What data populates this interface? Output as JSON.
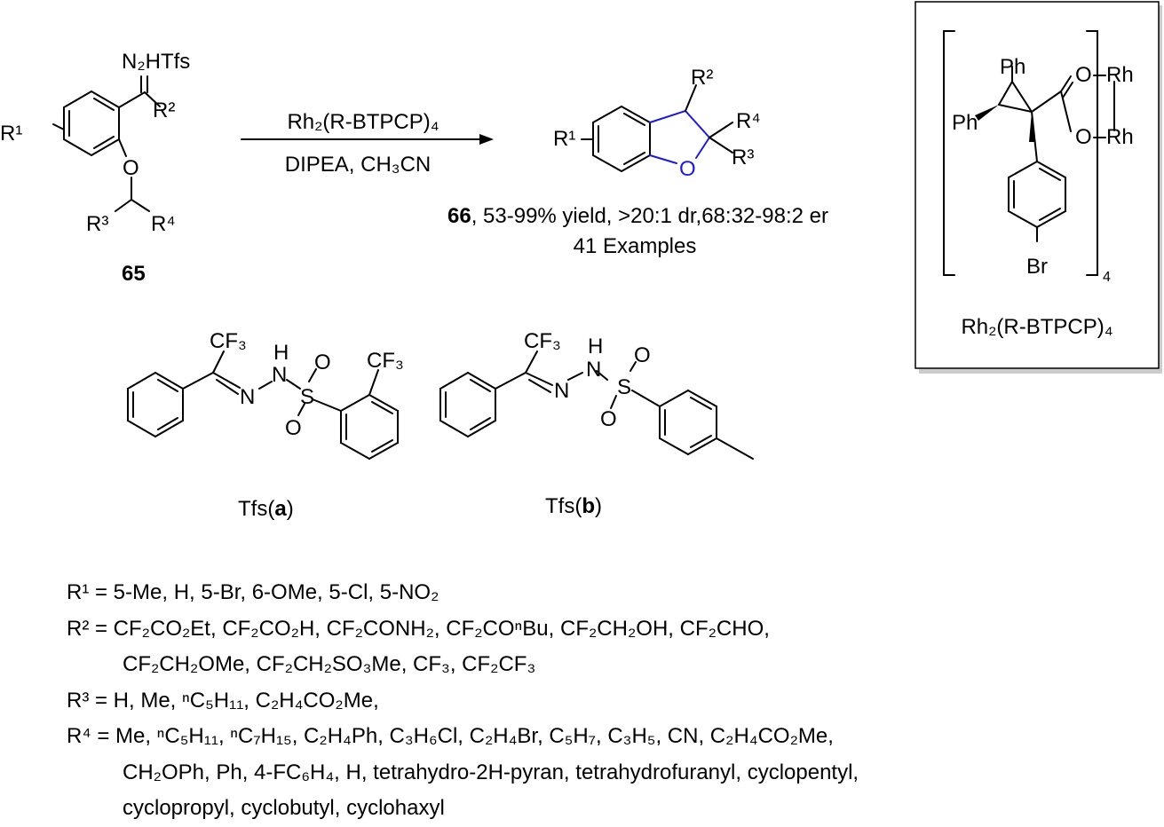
{
  "substrate": {
    "n2htfs": "N₂HTfs",
    "r1": "R¹",
    "r2": "R²",
    "o": "O",
    "r3": "R³",
    "r4": "R⁴",
    "number": "65"
  },
  "conditions": {
    "catalyst": "Rh₂(R-BTPCP)₄",
    "reagents": "DIPEA, CH₃CN"
  },
  "product": {
    "r1": "R¹",
    "r2": "R²",
    "r3": "R³",
    "r4": "R⁴",
    "o": "O",
    "number": "66",
    "yield_text": ", 53-99% yield, >20:1 dr,68:32-98:2 er",
    "examples": "41 Examples"
  },
  "catalyst_box": {
    "ph1": "Ph",
    "ph2": "Ph",
    "o1": "O",
    "o2": "O",
    "rh1": "Rh",
    "rh2": "Rh",
    "br": "Br",
    "subscript": "4",
    "name": "Rh₂(R-BTPCP)₄"
  },
  "tfs_a": {
    "cf3_top": "CF₃",
    "h": "H",
    "n1": "N",
    "n2": "N",
    "s": "S",
    "o1": "O",
    "o2": "O",
    "cf3_ring": "CF₃",
    "label": "Tfs(a)"
  },
  "tfs_b": {
    "cf3_top": "CF₃",
    "h": "H",
    "n1": "N",
    "n2": "N",
    "s": "S",
    "o1": "O",
    "o2": "O",
    "label": "Tfs(b)"
  },
  "substituents": {
    "r1_line": "R¹ = 5-Me, H, 5-Br, 6-OMe, 5-Cl, 5-NO₂",
    "r2_line1": "R² = CF₂CO₂Et, CF₂CO₂H, CF₂CONH₂, CF₂COⁿBu, CF₂CH₂OH, CF₂CHO,",
    "r2_line2": "CF₂CH₂OMe, CF₂CH₂SO₃Me, CF₃, CF₂CF₃",
    "r3_line": "R³ = H, Me, ⁿC₅H₁₁, C₂H₄CO₂Me,",
    "r4_line1": "R⁴ = Me, ⁿC₅H₁₁, ⁿC₇H₁₅, C₂H₄Ph, C₃H₆Cl, C₂H₄Br, C₅H₇, C₃H₅, CN, C₂H₄CO₂Me,",
    "r4_line2": "CH₂OPh, Ph, 4-FC₆H₄, H, tetrahydro-2H-pyran, tetrahydrofuranyl, cyclopentyl,",
    "r4_line3": "cyclopropyl, cyclobutyl, cyclohaxyl"
  },
  "colors": {
    "ring_highlight": "#1a1adc",
    "text": "#000000"
  }
}
